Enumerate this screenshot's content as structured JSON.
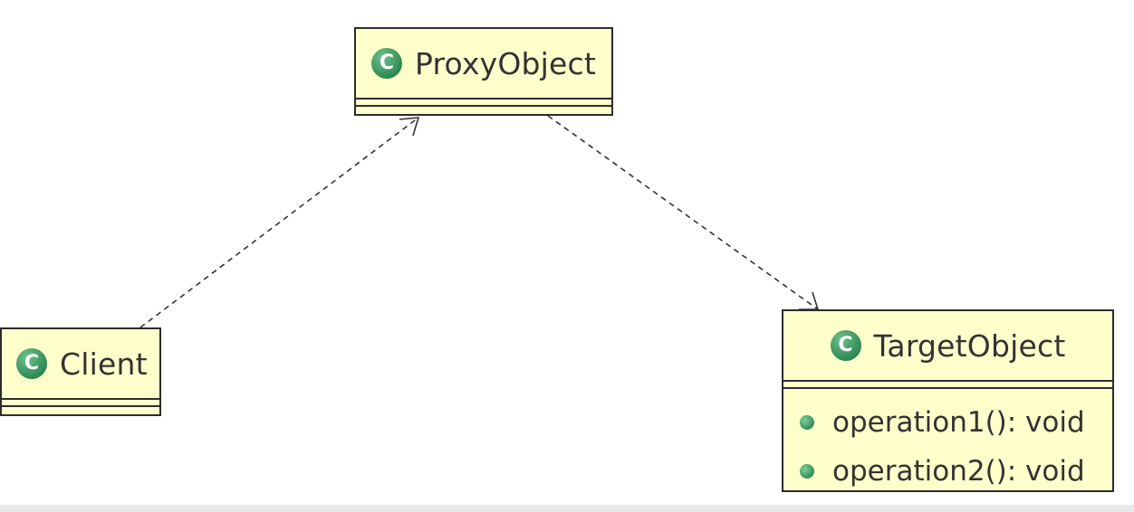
{
  "diagram": {
    "classes": {
      "proxy": {
        "name": "ProxyObject",
        "icon": "class-icon",
        "stereotype_letter": "C"
      },
      "client": {
        "name": "Client",
        "icon": "class-icon",
        "stereotype_letter": "C"
      },
      "target": {
        "name": "TargetObject",
        "icon": "class-icon",
        "stereotype_letter": "C",
        "methods": [
          "operation1(): void",
          "operation2(): void"
        ]
      }
    },
    "relationships": [
      {
        "from": "Client",
        "to": "ProxyObject",
        "type": "dependency"
      },
      {
        "from": "ProxyObject",
        "to": "TargetObject",
        "type": "dependency"
      }
    ],
    "colors": {
      "class_fill": "#ffffcc",
      "border": "#2c2c2c",
      "icon_green": "#2f8a55",
      "text": "#333333"
    }
  }
}
